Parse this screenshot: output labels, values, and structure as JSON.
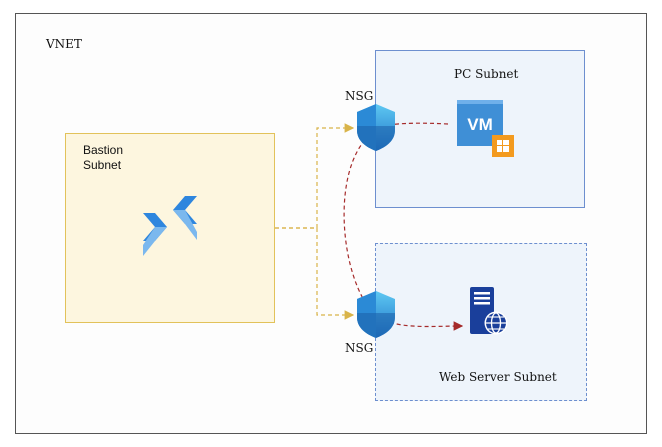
{
  "vnet": {
    "label": "VNET"
  },
  "bastion_subnet": {
    "label_line1": "Bastion",
    "label_line2": "Subnet",
    "icon": "bastion-icon"
  },
  "pc_subnet": {
    "label": "PC Subnet",
    "vm_text": "VM",
    "icon": "windows-vm-icon"
  },
  "web_subnet": {
    "label": "Web Server Subnet",
    "icon": "web-server-icon"
  },
  "nsg_top": {
    "label": "NSG",
    "icon": "shield-icon"
  },
  "nsg_bottom": {
    "label": "NSG",
    "icon": "shield-icon"
  },
  "colors": {
    "bastion_fill": "#fdf6df",
    "bastion_stroke": "#e2c25a",
    "subnet_fill": "#eef4fb",
    "subnet_stroke": "#6d8fcf",
    "yellow_arrow": "#d9b44a",
    "red_arrow": "#a52a2a",
    "azure_blue": "#1a7bd4",
    "windows_orange": "#f39a1e"
  }
}
